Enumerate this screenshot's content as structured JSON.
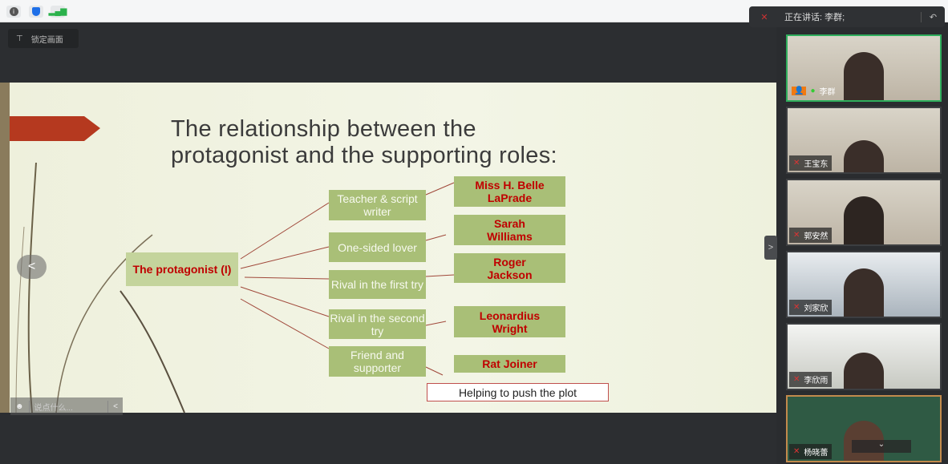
{
  "topbar": {
    "icons": [
      "info-icon",
      "shield-icon",
      "signal-icon"
    ]
  },
  "lock_screen": {
    "label": "锁定画面",
    "icon": "pin-icon"
  },
  "speaking": {
    "label": "正在讲话: 李群;",
    "icon": "mic-muted-icon",
    "back_icon": "return-icon"
  },
  "slide": {
    "title_line1": "The relationship between the",
    "title_line2": "protagonist and the supporting roles:",
    "protagonist": "The protagonist (I)",
    "roles": [
      "Teacher & script writer",
      "One-sided lover",
      "Rival in the first try",
      "Rival in the second try",
      "Friend and supporter"
    ],
    "characters": [
      "Miss H. Belle LaPrade",
      "Sarah Williams",
      "Roger Jackson",
      "Leonardius Wright",
      "Rat Joiner"
    ],
    "note": "Helping to push the plot",
    "colors": {
      "box": "#a9bf77",
      "red": "#c00000"
    }
  },
  "chat": {
    "placeholder": "说点什么...",
    "emoji_icon": "emoji-icon",
    "collapse": "<"
  },
  "nav": {
    "prev": "<",
    "collapse": ">"
  },
  "participants": [
    {
      "name": "李群",
      "speaking": true
    },
    {
      "name": "王宝东"
    },
    {
      "name": "郭安然"
    },
    {
      "name": "刘家欣"
    },
    {
      "name": "李欣雨"
    },
    {
      "name": "杨晓蕾"
    }
  ]
}
